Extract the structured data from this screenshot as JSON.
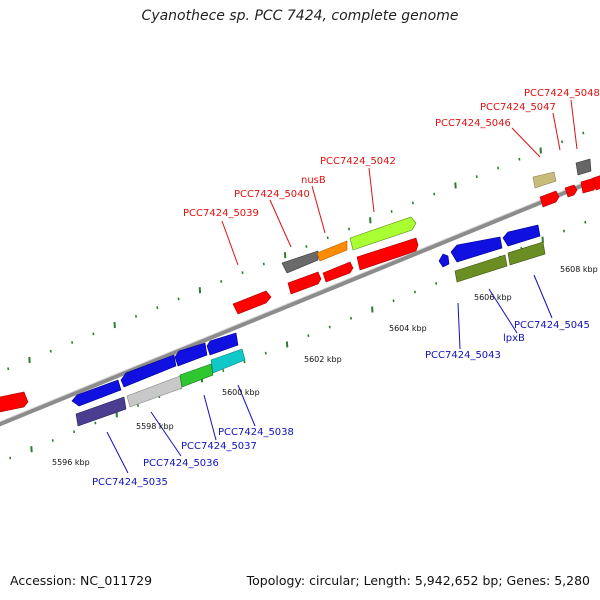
{
  "title": "Cyanothece sp. PCC 7424, complete genome",
  "footer": {
    "accession": "Accession: NC_011729",
    "info": "Topology: circular; Length: 5,942,652 bp; Genes: 5,280"
  },
  "colors": {
    "backbone": "#8c8c8c",
    "tick": "#2e7d2e",
    "upper_label": "#dd1111",
    "lower_label": "#1111bb"
  },
  "scale_labels": [
    "5596 kbp",
    "5598 kbp",
    "5600 kbp",
    "5602 kbp",
    "5604 kbp",
    "5606 kbp",
    "5608 kbp"
  ],
  "gene_labels": {
    "upper": [
      "PCC7424_5039",
      "PCC7424_5040",
      "nusB",
      "PCC7424_5042",
      "PCC7424_5046",
      "PCC7424_5047",
      "PCC7424_5048"
    ],
    "lower": [
      "PCC7424_5035",
      "PCC7424_5036",
      "PCC7424_5037",
      "PCC7424_5038",
      "PCC7424_5043",
      "lpxB",
      "PCC7424_5045"
    ]
  }
}
